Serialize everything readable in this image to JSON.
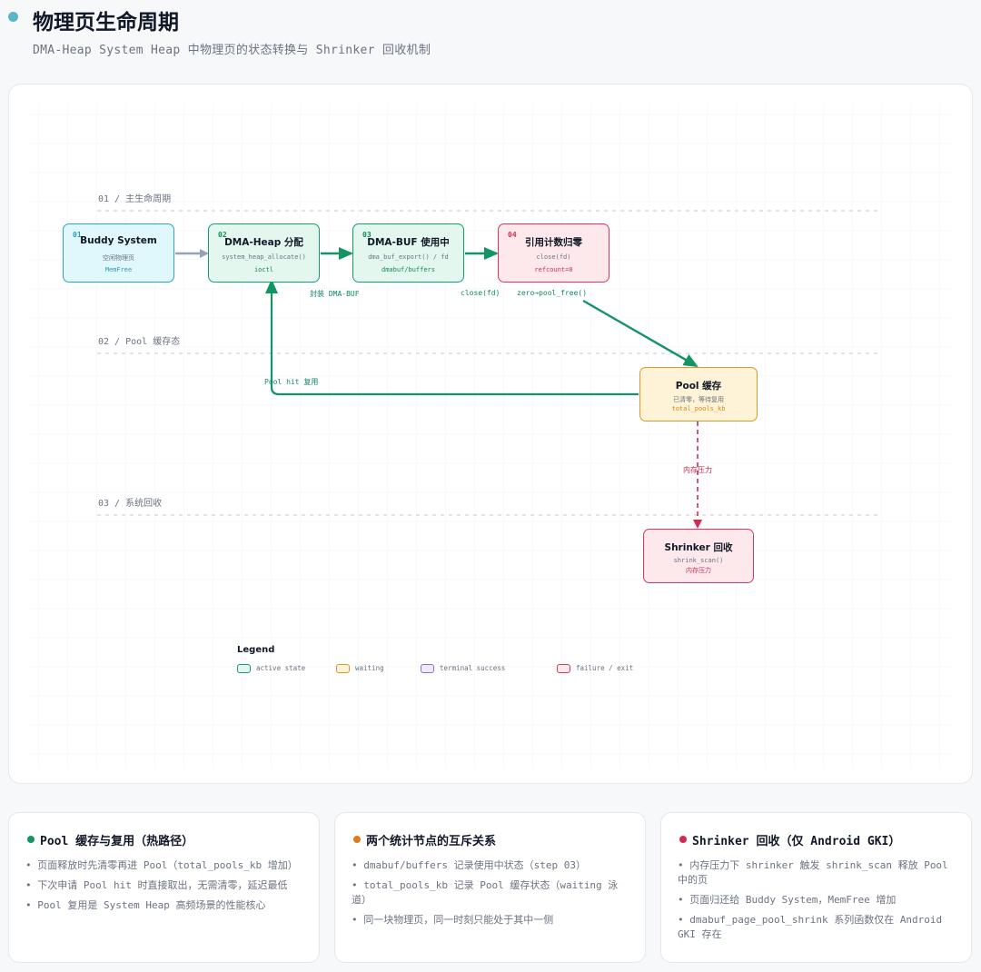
{
  "header": {
    "title": "物理页生命周期",
    "subtitle": "DMA-Heap System Heap 中物理页的状态转换与 Shrinker 回收机制"
  },
  "lanes": [
    {
      "label": "01 / 主生命周期"
    },
    {
      "label": "02 / Pool 缓存态"
    },
    {
      "label": "03 / 系统回收"
    }
  ],
  "nodes": {
    "buddy": {
      "num": "01",
      "name": "Buddy System",
      "sub": "空闲物理页",
      "tag": "MemFree"
    },
    "dmaheap": {
      "num": "02",
      "name": "DMA-Heap 分配",
      "sub": "system_heap_allocate()",
      "tag": "ioctl"
    },
    "dmabuf": {
      "num": "03",
      "name": "DMA-BUF 使用中",
      "sub": "dma_buf_export() / fd",
      "tag": "dmabuf/buffers"
    },
    "refzero": {
      "num": "04",
      "name": "引用计数归零",
      "sub": "close(fd)",
      "tag": "refcount=0"
    },
    "pool": {
      "name": "Pool 缓存",
      "sub": "已清零，等待复用",
      "tag": "total_pools_kb"
    },
    "shrinker": {
      "name": "Shrinker 回收",
      "sub": "shrink_scan()",
      "tag": "内存压力"
    }
  },
  "edges": {
    "wrap": "封装 DMA-BUF",
    "close": "close(fd)",
    "zero": "zero→pool_free()",
    "poolhit": "Pool hit 复用",
    "pressure": "内存压力"
  },
  "legend": {
    "title": "Legend",
    "items": [
      {
        "label": "active state",
        "color": "#15a06b",
        "fill": "#e3f7ef"
      },
      {
        "label": "waiting",
        "color": "#e0962a",
        "fill": "#fef3d6"
      },
      {
        "label": "terminal success",
        "color": "#8b6fd6",
        "fill": "#efe9fc"
      },
      {
        "label": "failure / exit",
        "color": "#d9385e",
        "fill": "#fde8ec"
      }
    ]
  },
  "cards": [
    {
      "title": "Pool 缓存与复用（热路径）",
      "dot": "#129463",
      "items": [
        "页面释放时先清零再进 Pool（total_pools_kb 增加）",
        "下次申请 Pool hit 时直接取出，无需清零，延迟最低",
        "Pool 复用是 System Heap 高频场景的性能核心"
      ]
    },
    {
      "title": "两个统计节点的互斥关系",
      "dot": "#e07a1f",
      "items": [
        "dmabuf/buffers 记录使用中状态（step 03）",
        "total_pools_kb 记录 Pool 缓存状态（waiting 泳道）",
        "同一块物理页，同一时刻只能处于其中一侧"
      ]
    },
    {
      "title": "Shrinker 回收（仅 Android GKI）",
      "dot": "#d42a52",
      "items": [
        "内存压力下 shrinker 触发 shrink_scan 释放 Pool 中的页",
        "页面归还给 Buddy System，MemFree 增加",
        "dmabuf_page_pool_shrink 系列函数仅在 Android GKI 存在"
      ]
    }
  ]
}
